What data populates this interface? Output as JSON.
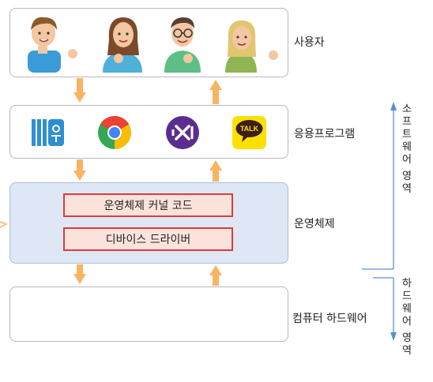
{
  "layers": {
    "users": "사용자",
    "apps": "응용프로그램",
    "os": "운영체제",
    "hardware": "컴퓨터 하드웨어"
  },
  "os_components": {
    "kernel": "운영체제 커널 코드",
    "driver": "디바이스 드라이버"
  },
  "brace_labels": {
    "software": "소프트웨어 영역",
    "hardware": "하드웨어 영역"
  },
  "app_icons": {
    "talk_label": "TALK"
  },
  "icons": [
    "user-man-icon",
    "user-woman-icon",
    "user-glasses-man-icon",
    "user-blonde-woman-icon",
    "hangul-word-icon",
    "chrome-icon",
    "visual-studio-icon",
    "kakaotalk-icon"
  ],
  "colors": {
    "arrow": "#f7b562",
    "os_fill": "#dde7f6",
    "component_fill": "#fbe3dc",
    "component_border": "#dd3b3b",
    "brace": "#5b8fd3"
  }
}
